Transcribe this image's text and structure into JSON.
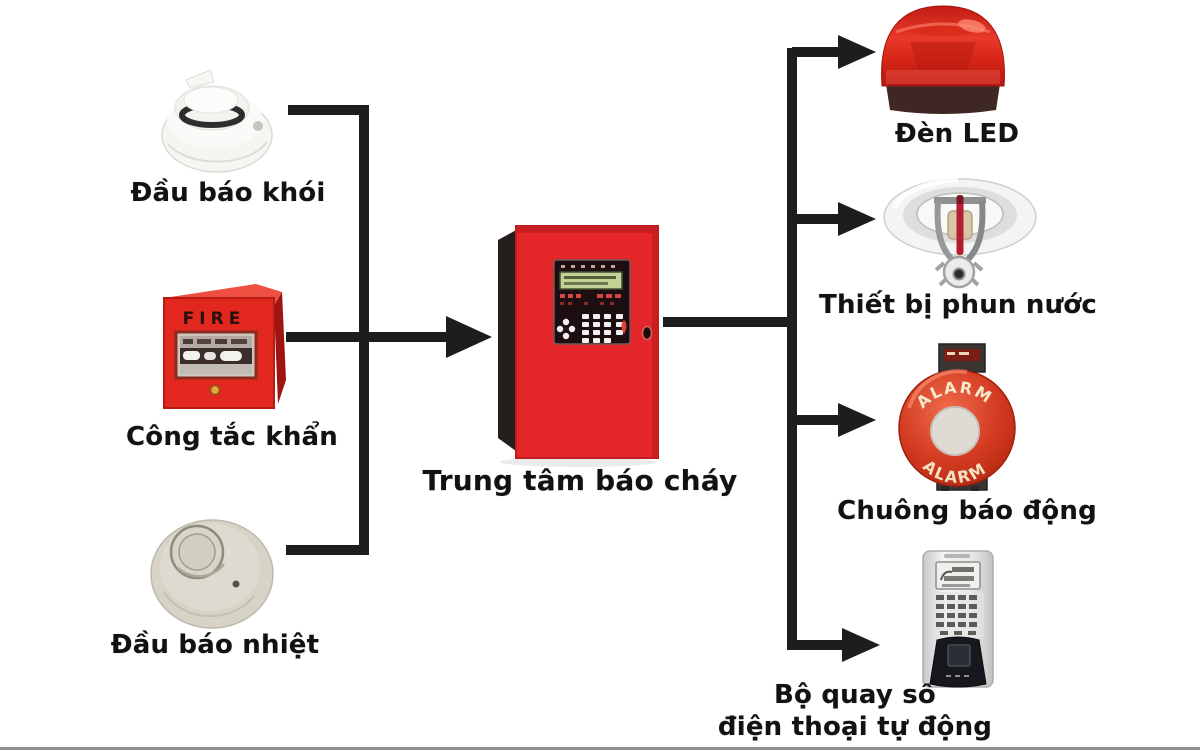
{
  "diagram": {
    "center_node": {
      "label": "Trung tâm báo cháy"
    },
    "inputs": [
      {
        "id": "smoke-detector",
        "label": "Đầu báo khói"
      },
      {
        "id": "manual-call-point",
        "label": "Công tắc khẩn",
        "device_text": "FIRE"
      },
      {
        "id": "heat-detector",
        "label": "Đầu báo nhiệt"
      }
    ],
    "outputs": [
      {
        "id": "led-light",
        "label": "Đèn LED"
      },
      {
        "id": "sprinkler",
        "label": "Thiết bị phun nước"
      },
      {
        "id": "alarm-bell",
        "label": "Chuông báo động",
        "bell_text_top": "ALARM",
        "bell_text_bottom": "ALARM"
      },
      {
        "id": "auto-dialer",
        "label_line1": "Bộ quay số",
        "label_line2": "điện thoại tự động"
      }
    ],
    "colors": {
      "background": "#ffffff",
      "wire": "#1d1d1d",
      "label_text": "#121212",
      "panel_red": "#e5262a",
      "strobe_red": "#d8261c",
      "bell_red": "#d23a21",
      "pull_station_red": "#e1271e"
    }
  }
}
